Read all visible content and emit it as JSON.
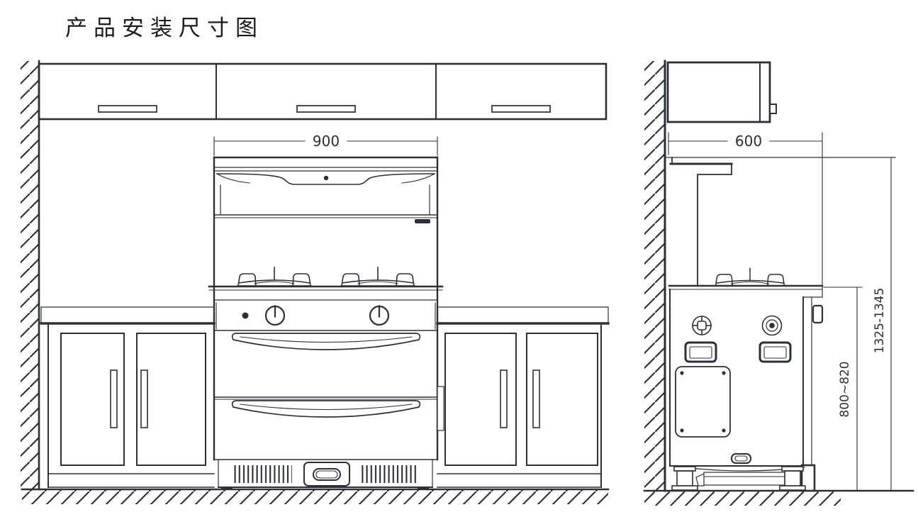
{
  "title": "产品安装尺寸图",
  "colors": {
    "line": "#2b3038",
    "background": "#ffffff"
  },
  "views": {
    "front": {
      "name": "front-elevation",
      "components": [
        "wall",
        "hanging-cabinets",
        "integrated-stove",
        "base-cabinet-left",
        "base-cabinet-right",
        "floor"
      ]
    },
    "side": {
      "name": "side-elevation",
      "components": [
        "wall",
        "hanging-cabinet",
        "integrated-stove-side",
        "adjustable-feet",
        "floor"
      ]
    }
  },
  "dimensions": {
    "stove_width": {
      "label": "900"
    },
    "counter_depth": {
      "label": "600"
    },
    "overall_height": {
      "label": "1325-1345"
    },
    "hob_height": {
      "label": "800~820"
    }
  }
}
